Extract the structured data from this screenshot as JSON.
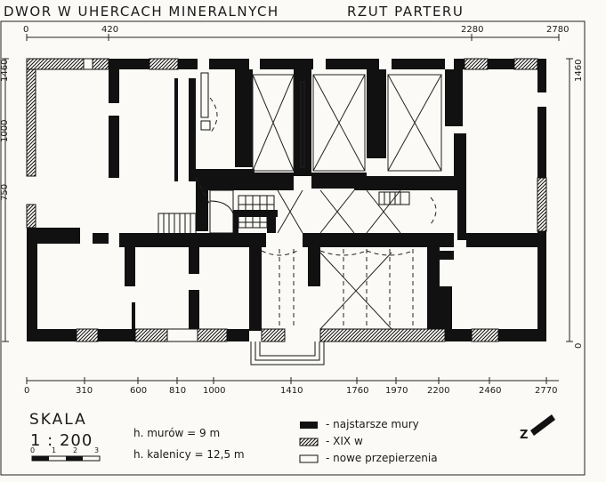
{
  "header": {
    "title": "DWOR W UHERCACH MINERALNYCH",
    "subtitle": "RZUT PARTERU"
  },
  "top_dims": [
    "0",
    "420",
    "2280",
    "2780"
  ],
  "left_dims": [
    "1460",
    "1000",
    "750"
  ],
  "right_dims": [
    "1460",
    "0"
  ],
  "bottom_dims": [
    "0",
    "310",
    "600",
    "810",
    "1000",
    "1410",
    "1760",
    "1970",
    "2200",
    "2460",
    "2770"
  ],
  "scale": {
    "title": "SKALA",
    "ratio": "1 : 200",
    "ticks": [
      "0",
      "1",
      "2",
      "3"
    ]
  },
  "notes": {
    "wall_height": "h. murów = 9 m",
    "ridge_height": "h. kalenicy = 12,5 m"
  },
  "legend": [
    {
      "label": "- najstarsze mury"
    },
    {
      "label": "- XIX w"
    },
    {
      "label": "- nowe przepierzenia"
    }
  ],
  "north_label": "Z"
}
